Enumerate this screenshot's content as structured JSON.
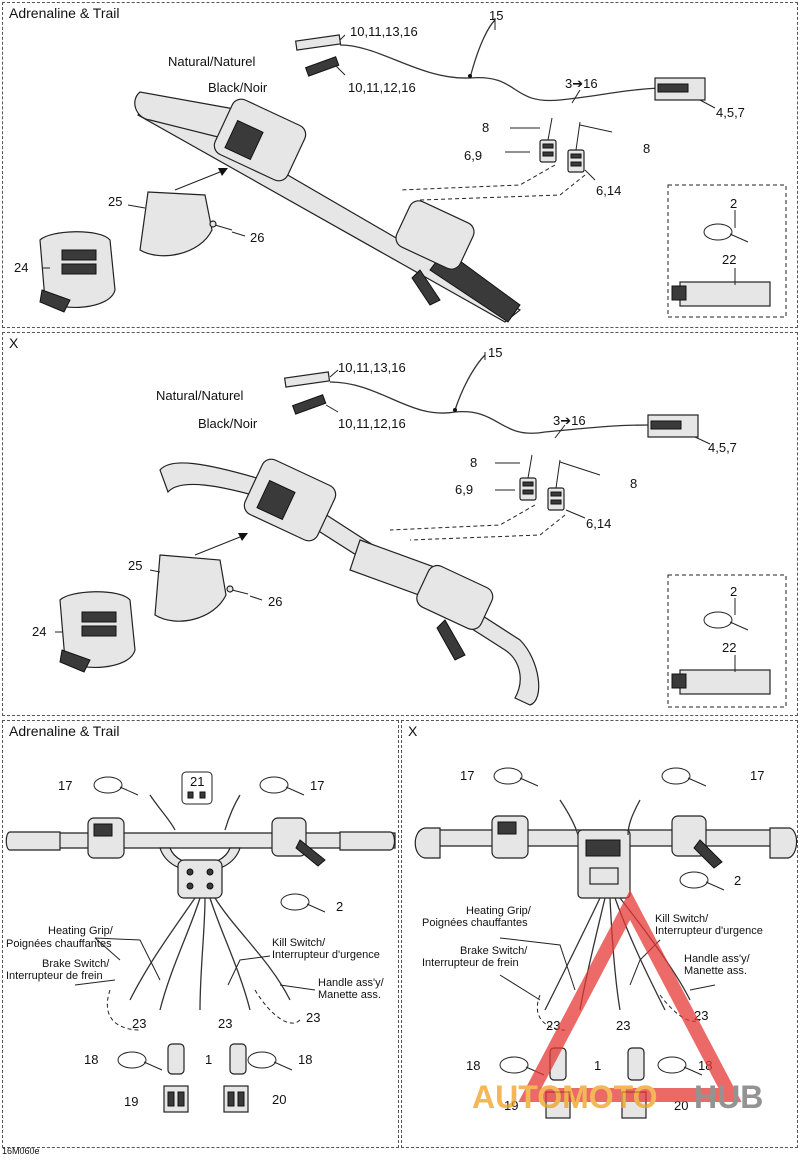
{
  "panels": {
    "p1": {
      "title": "Adrenaline & Trail"
    },
    "p2": {
      "title": "X"
    },
    "p3": {
      "title": "Adrenaline & Trail"
    },
    "p4": {
      "title": "X"
    }
  },
  "labels": {
    "natural": "Natural/Naturel",
    "black": "Black/Noir",
    "ref_10_11_13_16": "10,11,13,16",
    "ref_10_11_12_16": "10,11,12,16",
    "ref_15": "15",
    "ref_3_16": "3➔16",
    "ref_4_5_7": "4,5,7",
    "ref_8": "8",
    "ref_6_9": "6,9",
    "ref_6_14": "6,14",
    "ref_2": "2",
    "ref_22": "22",
    "ref_25": "25",
    "ref_26": "26",
    "ref_24": "24",
    "ref_17": "17",
    "ref_21": "21",
    "ref_23": "23",
    "ref_18": "18",
    "ref_1": "1",
    "ref_19": "19",
    "ref_20": "20",
    "heating_grip_1": "Heating Grip/",
    "heating_grip_2": "Poignées chauffantes",
    "brake_switch_1": "Brake Switch/",
    "brake_switch_2": "Interrupteur de frein",
    "kill_switch_1": "Kill Switch/",
    "kill_switch_2": "Interrupteur d'urgence",
    "handle_1": "Handle ass'y/",
    "handle_2": "Manette ass."
  },
  "footer": {
    "figure_ref": "16M060e"
  },
  "watermark": {
    "part1": "AUTOMOTO",
    "part2": "HUB",
    "color_primary": "#e53935",
    "color_secondary": "#f0a020"
  }
}
